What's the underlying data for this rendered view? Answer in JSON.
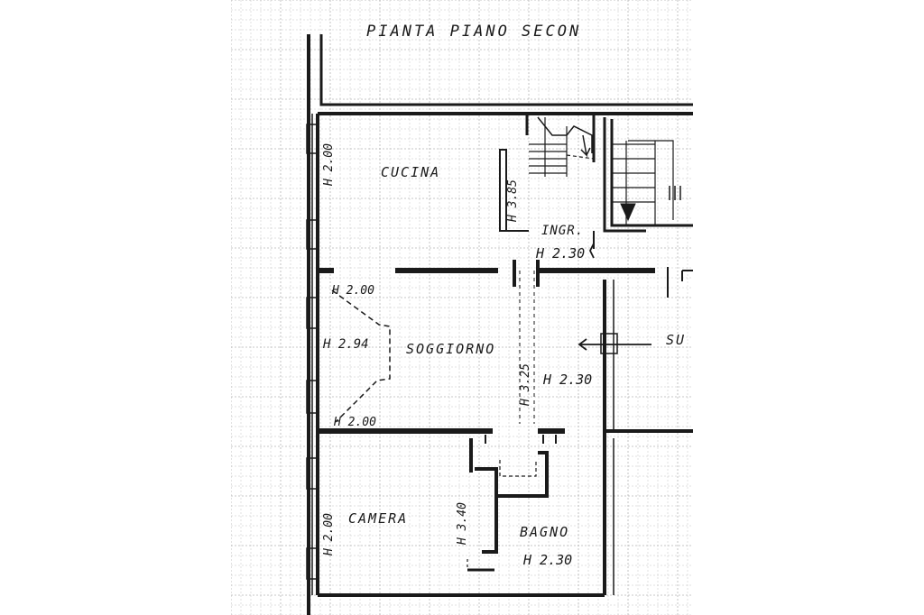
{
  "title": "PIANTA PIANO SECON",
  "rooms": {
    "cucina": "CUCINA",
    "ingresso": "INGR.",
    "soggiorno": "SOGGIORNO",
    "camera": "CAMERA",
    "bagno": "BAGNO",
    "neighbor": "SU"
  },
  "heights": {
    "cucina_side": "H 2.00",
    "cucina_wall": "H 3.85",
    "ingresso": "H 2.30",
    "soggiorno_top": "H 2.00",
    "soggiorno_side": "H 2.94",
    "soggiorno_bottom": "H 2.00",
    "soggiorno_center": "H 3.25",
    "soggiorno_right": "H 2.30",
    "camera_side": "H 2.00",
    "camera_wall": "H 3.40",
    "bagno": "H 2.30"
  },
  "colors": {
    "ink": "#1a1a1a",
    "grid": "#b5b5b5"
  }
}
